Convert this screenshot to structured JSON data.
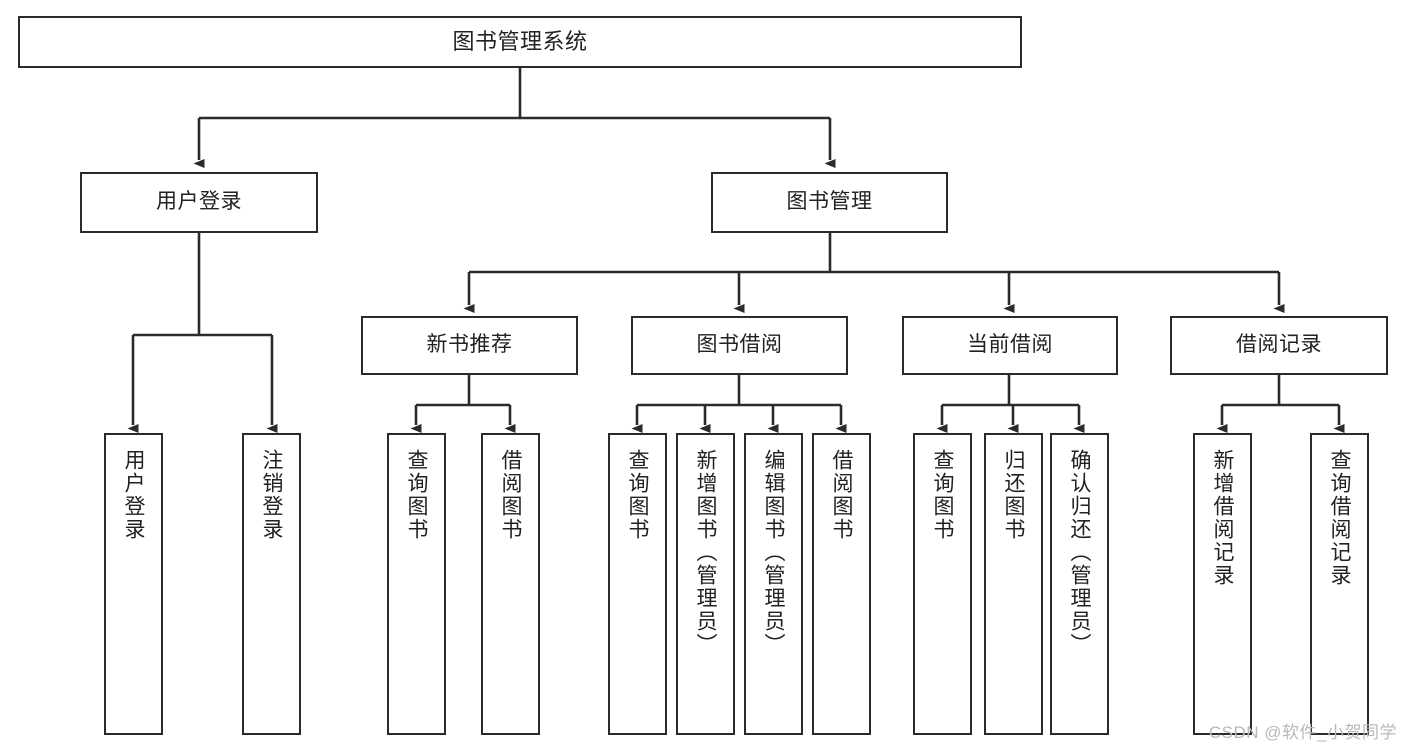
{
  "diagram": {
    "title": "图书管理系统",
    "watermark": "CSDN @软件_小贺同学",
    "colors": {
      "stroke": "#2b2b2b",
      "fill": "#ffffff",
      "text": "#222222",
      "watermark": "#b9b9b9"
    },
    "nodes": {
      "root": {
        "label": "图书管理系统"
      },
      "level2": [
        {
          "id": "user-login",
          "label": "用户登录"
        },
        {
          "id": "book-management",
          "label": "图书管理"
        }
      ],
      "level3": [
        {
          "id": "new-book-recommend",
          "label": "新书推荐"
        },
        {
          "id": "book-borrow",
          "label": "图书借阅"
        },
        {
          "id": "current-borrow",
          "label": "当前借阅"
        },
        {
          "id": "borrow-record",
          "label": "借阅记录"
        }
      ],
      "leaves": {
        "user_login": [
          {
            "id": "leaf-user-login",
            "label": "用户登录"
          },
          {
            "id": "leaf-logout-login",
            "label": "注销登录"
          }
        ],
        "new_book_recommend": [
          {
            "id": "leaf-query-book-1",
            "label": "查询图书"
          },
          {
            "id": "leaf-borrow-book-1",
            "label": "借阅图书"
          }
        ],
        "book_borrow": [
          {
            "id": "leaf-query-book-2",
            "label": "查询图书"
          },
          {
            "id": "leaf-add-book",
            "label": "新增图书（管理员）"
          },
          {
            "id": "leaf-edit-book",
            "label": "编辑图书（管理员）"
          },
          {
            "id": "leaf-borrow-book-2",
            "label": "借阅图书"
          }
        ],
        "current_borrow": [
          {
            "id": "leaf-query-book-3",
            "label": "查询图书"
          },
          {
            "id": "leaf-return-book",
            "label": "归还图书"
          },
          {
            "id": "leaf-confirm-return",
            "label": "确认归还（管理员）"
          }
        ],
        "borrow_record": [
          {
            "id": "leaf-add-record",
            "label": "新增借阅记录"
          },
          {
            "id": "leaf-query-record",
            "label": "查询借阅记录"
          }
        ]
      }
    }
  }
}
